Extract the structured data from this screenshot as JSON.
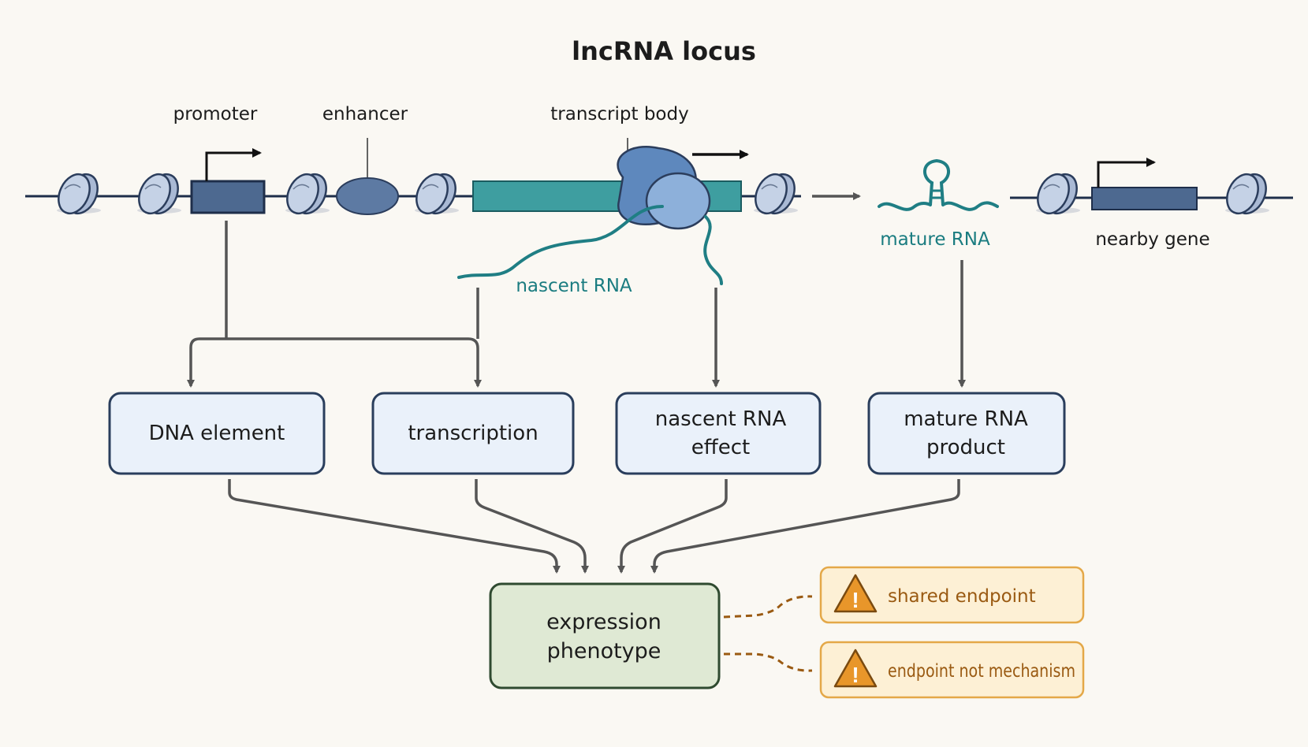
{
  "title": "lncRNA locus",
  "locus_labels": {
    "promoter": "promoter",
    "enhancer": "enhancer",
    "transcript_body": "transcript body",
    "nascent_rna": "nascent RNA",
    "mature_rna": "mature RNA",
    "nearby_gene": "nearby gene"
  },
  "mechanism_boxes": {
    "dna_element": "DNA element",
    "transcription": "transcription",
    "nascent_rna_effect_line1": "nascent RNA",
    "nascent_rna_effect_line2": "effect",
    "mature_rna_product_line1": "mature RNA",
    "mature_rna_product_line2": "product"
  },
  "phenotype": {
    "line1": "expression",
    "line2": "phenotype"
  },
  "warnings": [
    {
      "text": "shared endpoint",
      "icon": "warning-icon"
    },
    {
      "text": "endpoint not mechanism",
      "icon": "warning-icon"
    }
  ],
  "colors": {
    "dna_line": "#1e2e4a",
    "promoter_box": "#4d6990",
    "enhancer": "#5d7aa3",
    "transcript_body": "#3e9ea0",
    "polymerase": "#5e88bd",
    "rna_strand": "#1f7e84",
    "mechanism_box_fill": "#eaf1fa",
    "mechanism_box_stroke": "#2a3e5c",
    "phenotype_fill": "#dfe9d4",
    "phenotype_stroke": "#2f4a30",
    "warning_fill": "#fdf0d5",
    "warning_stroke": "#e4a848",
    "warning_icon": "#e8962a",
    "arrow": "#555555"
  }
}
